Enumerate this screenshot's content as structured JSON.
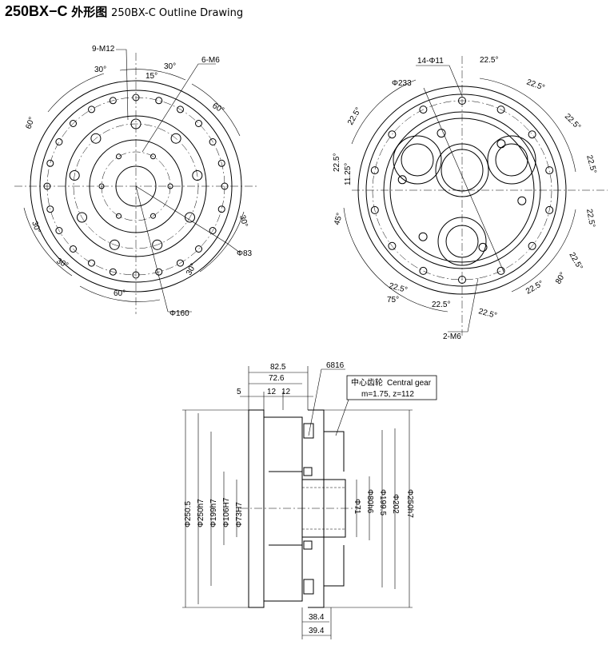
{
  "title": {
    "model": "250BX−C",
    "chinese": "外形图",
    "english": "250BX-C Outline Drawing"
  },
  "left_view": {
    "hole_callout": "9-M12",
    "thread_callout": "6-M6",
    "angle_30_a": "30°",
    "angle_30_b": "30°",
    "angle_15": "15°",
    "angle_60_right": "60°",
    "angle_60_left": "60°",
    "angle_30_left": "30°",
    "angle_30_lower": "30°",
    "angle_60_bottom": "60°",
    "angle_30_right": "30°",
    "angle_30_bottom_right": "30°",
    "dia_83": "Φ83",
    "dia_160": "Φ160"
  },
  "right_view": {
    "hole_callout": "14-Φ11",
    "dia_233": "Φ233",
    "thread_callout": "2-M6",
    "angles_22_5": [
      "22.5°",
      "22.5°",
      "22.5°",
      "22.5°",
      "22.5°",
      "22.5°",
      "22.5°",
      "22.5°",
      "22.5°",
      "22.5°",
      "22.5°",
      "22.5°"
    ],
    "angle_11_25": "11.25°",
    "angle_45": "45°",
    "angle_75": "75°",
    "angle_80": "80°"
  },
  "section_view": {
    "dim_82_5": "82.5",
    "dim_72_6": "72.6",
    "dim_5": "5",
    "dim_12_a": "12",
    "dim_12_b": "12",
    "bearing": "6816",
    "central_gear_cn": "中心齿轮",
    "central_gear_en": "Central gear",
    "central_gear_spec": "m=1.75, z=112",
    "dia_250_5": "Φ250.5",
    "dia_250h7_left": "Φ250h7",
    "dia_199h7": "Φ199h7",
    "dia_106h7": "Φ106H7",
    "dia_73h7": "Φ73H7",
    "dia_80h6": "Φ80h6",
    "dia_71": "Φ71",
    "dia_199_5": "Φ199.5",
    "dia_202": "Φ202",
    "dia_250h7_right": "Φ250h7",
    "dim_38_4": "38.4",
    "dim_39_4": "39.4"
  }
}
